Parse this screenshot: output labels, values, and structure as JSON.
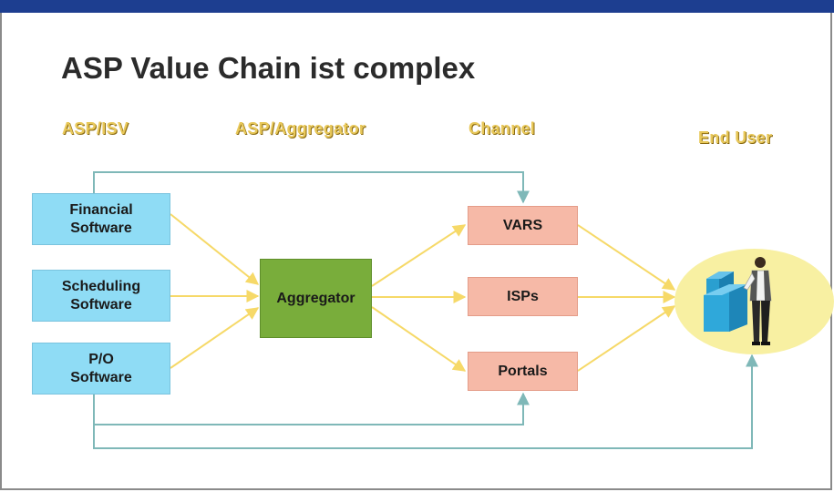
{
  "title": "ASP Value Chain ist complex",
  "columns": {
    "asp_isv": "ASP/ISV",
    "asp_aggregator": "ASP/Aggregator",
    "channel": "Channel",
    "end_user": "End User"
  },
  "sources": [
    {
      "line1": "Financial",
      "line2": "Software"
    },
    {
      "line1": "Scheduling",
      "line2": "Software"
    },
    {
      "line1": "P/O",
      "line2": "Software"
    }
  ],
  "aggregator": "Aggregator",
  "channels": [
    "VARS",
    "ISPs",
    "Portals"
  ],
  "colors": {
    "top_bar": "#1d3e90",
    "source_box": "#8fdcf5",
    "aggregator_box": "#79ad3b",
    "channel_box": "#f6b9a7",
    "end_user_ellipse": "#f8f0a2",
    "yellow_arrow": "#f6d968",
    "teal_arrow": "#7fb8b8",
    "header_text": "#e8c85a"
  },
  "icons": [
    "person-at-computer-icon"
  ]
}
